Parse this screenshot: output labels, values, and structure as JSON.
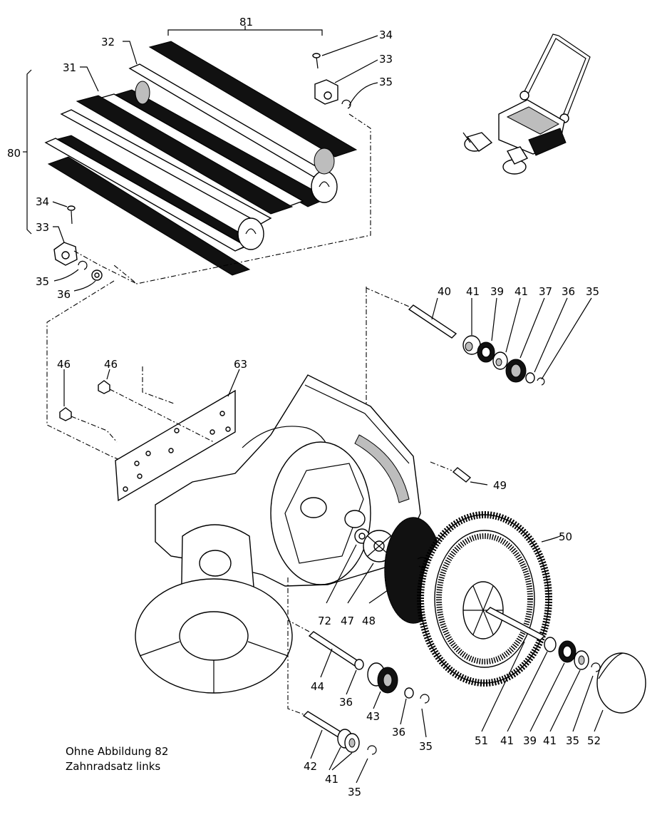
{
  "labels": {
    "l81": "81",
    "l32": "32",
    "l34a": "34",
    "l33a": "33",
    "l35a": "35",
    "l31": "31",
    "l80": "80",
    "l34b": "34",
    "l33b": "33",
    "l35b": "35",
    "l36a": "36",
    "l40": "40",
    "l41a": "41",
    "l39a": "39",
    "l41b": "41",
    "l37": "37",
    "l36b": "36",
    "l35c": "35",
    "l46a": "46",
    "l46b": "46",
    "l63": "63",
    "l49": "49",
    "l50": "50",
    "l72": "72",
    "l47": "47",
    "l48": "48",
    "l44": "44",
    "l36c": "36",
    "l43": "43",
    "l36d": "36",
    "l35d": "35",
    "l42": "42",
    "l41c": "41",
    "l35e": "35",
    "l51": "51",
    "l41d": "41",
    "l39b": "39",
    "l41e": "41",
    "l35f": "35",
    "l52": "52"
  },
  "note": {
    "line1": "Ohne Abbildung 82",
    "line2": "Zahnradsatz links"
  }
}
